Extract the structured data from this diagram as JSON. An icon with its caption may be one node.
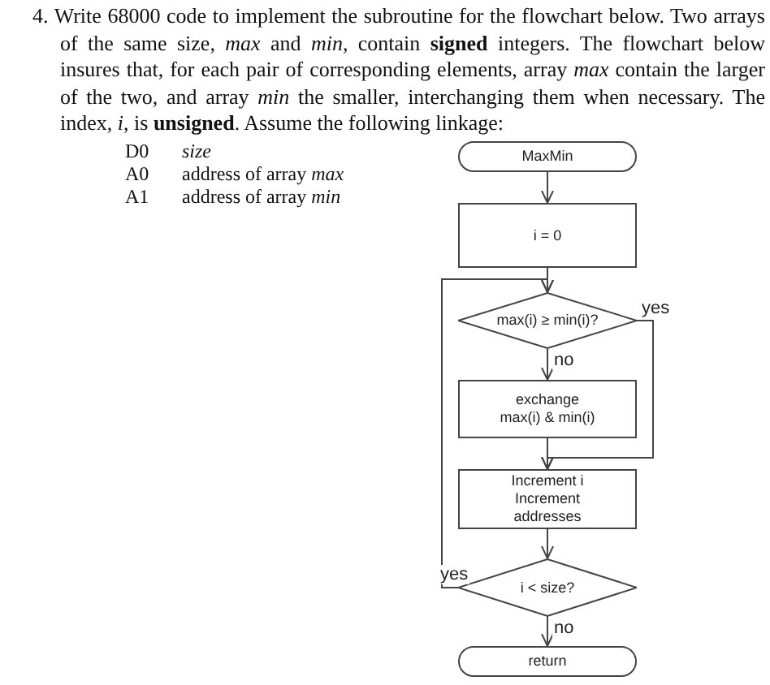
{
  "diagram": {
    "title": "4. Write 68000 code to implement the subroutine for the flowchart below. Two arrays of the same size, *max* and *min*, contain **signed** integers. The flowchart below insures that, for each pair of corresponding elements, array *max* contain the larger of the two, and array *min* the smaller, interchanging them when necessary. The index, *i*, is **unsigned**. Assume the following linkage:",
    "nodes": [
      {
        "text": [
          "MaxMin"
        ]
      },
      {
        "text": [
          "i = 0"
        ]
      },
      {
        "text": [
          "max(i) ≥ min(i)?"
        ]
      },
      {
        "text": [
          "exchange max(i) & min(i)"
        ]
      },
      {
        "text": [
          "Increment i Increment addresses"
        ]
      },
      {
        "text": [
          "i < size?"
        ]
      },
      {
        "text": [
          "return"
        ]
      }
    ],
    "edges": [
      {
        "from": 0,
        "to": 1,
        "arrow": "to"
      },
      {
        "from": 1,
        "to": 2,
        "arrow": "to"
      },
      {
        "from": 2,
        "to": 3,
        "arrow": "to",
        "label": "no"
      },
      {
        "from": 2,
        "to": 4,
        "arrow": "to",
        "label": "yes"
      },
      {
        "from": 3,
        "to": 4,
        "arrow": "to"
      },
      {
        "from": 4,
        "to": 5,
        "arrow": "to"
      },
      {
        "from": 5,
        "to": 2,
        "arrow": "to",
        "label": "yes"
      },
      {
        "from": 5,
        "to": 6,
        "arrow": "to",
        "label": "no"
      }
    ],
    "labels": [
      "D0",
      "size",
      "A0",
      "address of array *max*",
      "A1",
      "address of array *min*"
    ]
  }
}
